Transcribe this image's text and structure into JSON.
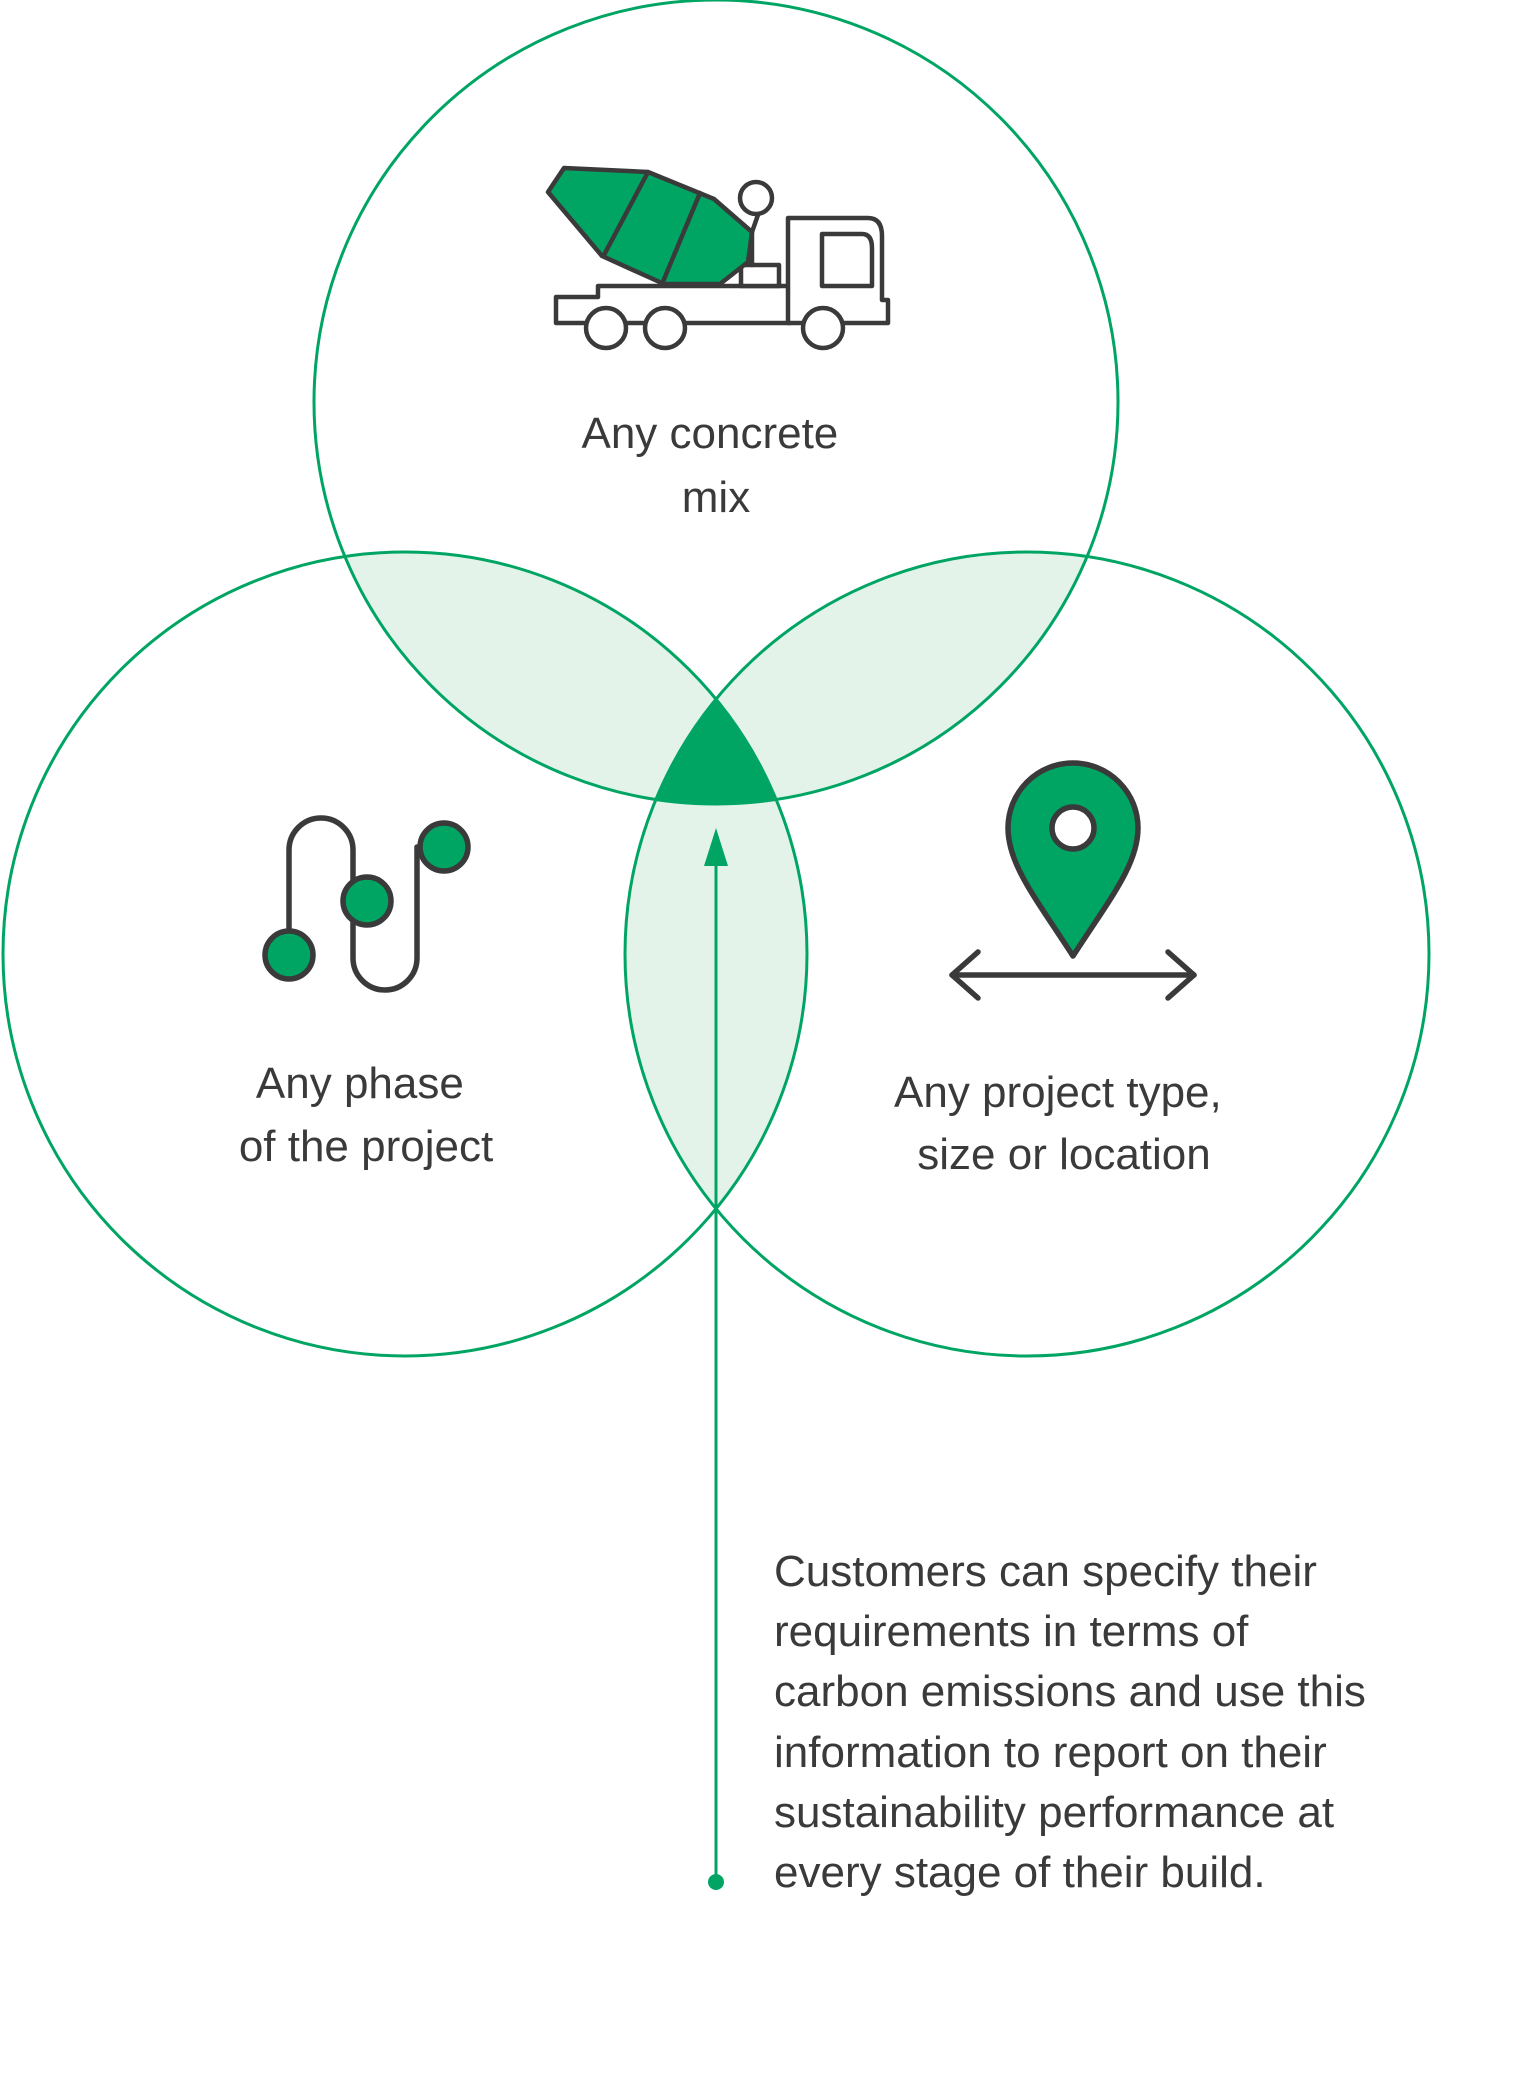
{
  "colors": {
    "accent": "#00a564",
    "overlap_fill": "#e3f3ea",
    "icon_stroke": "#3a3a3a",
    "text": "#3a3a3a",
    "background": "#ffffff"
  },
  "circles": {
    "top": {
      "icon": "concrete-mixer-truck-icon",
      "label_lines": [
        "Any concrete",
        "mix"
      ]
    },
    "left": {
      "icon": "path-route-icon",
      "label_lines": [
        "Any phase",
        "of the project"
      ]
    },
    "right": {
      "icon": "location-pin-arrows-icon",
      "label_lines": [
        "Any project type,",
        "size or location"
      ]
    }
  },
  "description_lines": [
    "Customers can specify their",
    "requirements in terms of",
    "carbon emissions and use this",
    "information to report on their",
    "sustainability performance at",
    "every stage of their build."
  ]
}
